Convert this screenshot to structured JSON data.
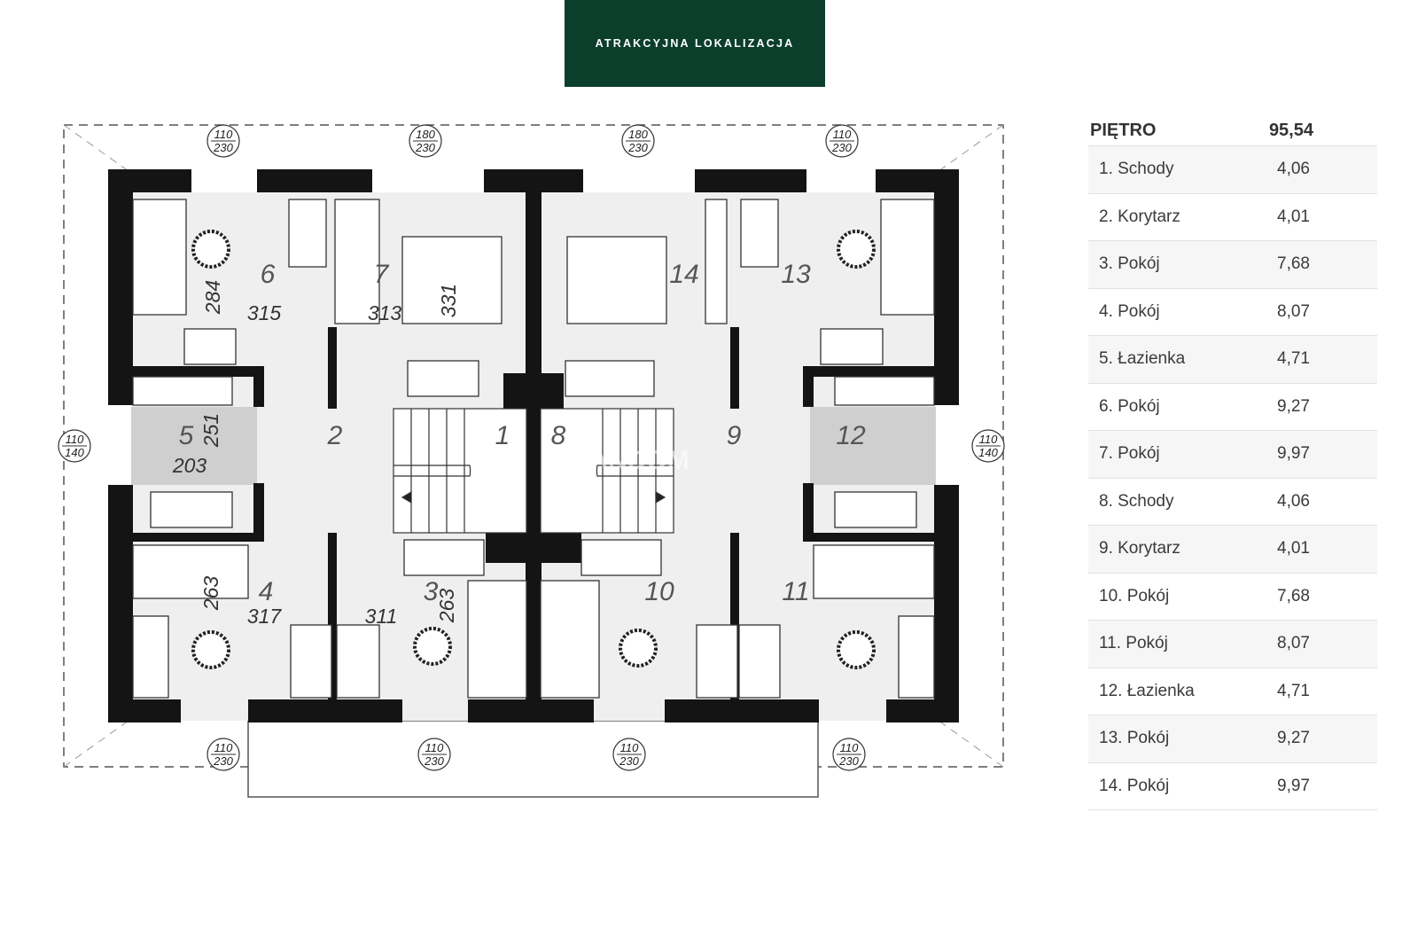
{
  "banner": {
    "text": "ATRAKCYJNA LOKALIZACJA",
    "bg_color": "#0c3e2c"
  },
  "floor_plan": {
    "watermark": "ELANDOM",
    "rooms": [
      {
        "num": "1"
      },
      {
        "num": "2"
      },
      {
        "num": "3"
      },
      {
        "num": "4"
      },
      {
        "num": "5"
      },
      {
        "num": "6"
      },
      {
        "num": "7"
      },
      {
        "num": "8"
      },
      {
        "num": "9"
      },
      {
        "num": "10"
      },
      {
        "num": "11"
      },
      {
        "num": "12"
      },
      {
        "num": "13"
      },
      {
        "num": "14"
      }
    ],
    "dimensions": [
      "284",
      "315",
      "313",
      "331",
      "251",
      "203",
      "263",
      "317",
      "311",
      "263"
    ],
    "windows": [
      {
        "top": "110",
        "bottom": "230"
      },
      {
        "top": "180",
        "bottom": "230"
      },
      {
        "top": "180",
        "bottom": "230"
      },
      {
        "top": "110",
        "bottom": "230"
      },
      {
        "top": "110",
        "bottom": "140"
      },
      {
        "top": "110",
        "bottom": "140"
      },
      {
        "top": "110",
        "bottom": "230"
      },
      {
        "top": "110",
        "bottom": "230"
      },
      {
        "top": "110",
        "bottom": "230"
      },
      {
        "top": "110",
        "bottom": "230"
      }
    ]
  },
  "table": {
    "header": {
      "label": "PIĘTRO",
      "value": "95,54"
    },
    "rows": [
      {
        "label": "1. Schody",
        "value": "4,06"
      },
      {
        "label": "2. Korytarz",
        "value": "4,01"
      },
      {
        "label": "3. Pokój",
        "value": "7,68"
      },
      {
        "label": "4. Pokój",
        "value": "8,07"
      },
      {
        "label": "5. Łazienka",
        "value": "4,71"
      },
      {
        "label": "6. Pokój",
        "value": "9,27"
      },
      {
        "label": "7. Pokój",
        "value": "9,97"
      },
      {
        "label": "8. Schody",
        "value": "4,06"
      },
      {
        "label": "9. Korytarz",
        "value": "4,01"
      },
      {
        "label": "10. Pokój",
        "value": "7,68"
      },
      {
        "label": "11. Pokój",
        "value": "8,07"
      },
      {
        "label": "12. Łazienka",
        "value": "4,71"
      },
      {
        "label": "13. Pokój",
        "value": "9,27"
      },
      {
        "label": "14. Pokój",
        "value": "9,97"
      }
    ]
  }
}
